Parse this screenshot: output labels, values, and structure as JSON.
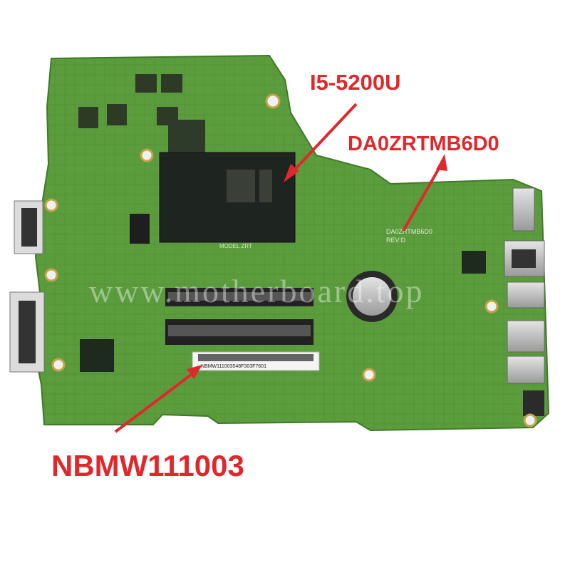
{
  "image": {
    "subject": "laptop motherboard",
    "board_color": "#5a9a3c",
    "annotation_color": "#e0282c"
  },
  "labels": {
    "cpu": "I5-5200U",
    "board_model": "DA0ZRTMB6D0",
    "serial": "NBMW111003"
  },
  "silkscreen": {
    "board_id": "DA0ZRTMB6D0",
    "rev": "REV:D",
    "sticker": "NBMW111003548F303F7601",
    "model": "MODEL ZRT"
  },
  "watermark": "www.motherboard.top"
}
